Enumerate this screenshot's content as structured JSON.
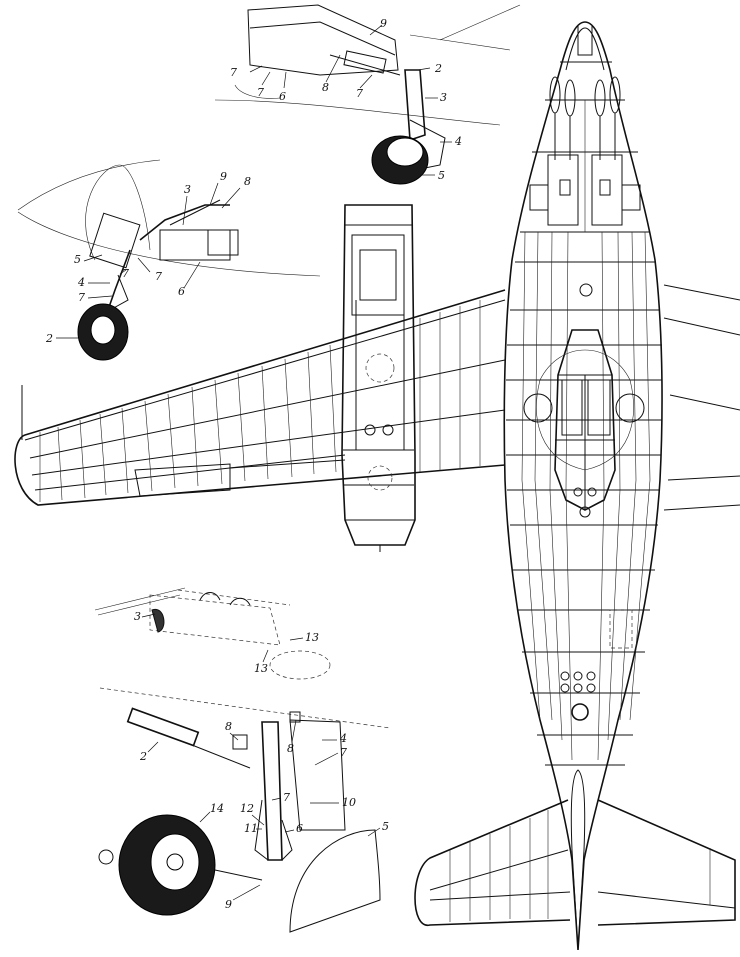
{
  "figure": {
    "subject": "Jet fighter aircraft structural plan view with landing gear detail insets",
    "main_view": "Top-down cutaway of fuselage, left wing with engine nacelle, and horizontal tailplane"
  },
  "insets": [
    {
      "id": "main-gear-retracted-view",
      "labels": [
        "7",
        "7",
        "6",
        "8",
        "7",
        "9",
        "2",
        "3",
        "4",
        "5"
      ]
    },
    {
      "id": "nose-gear-view",
      "labels": [
        "3",
        "9",
        "8",
        "5",
        "7",
        "7",
        "4",
        "7",
        "6",
        "2"
      ]
    },
    {
      "id": "gear-bay-view",
      "labels": [
        "3",
        "13",
        "13"
      ]
    },
    {
      "id": "main-gear-exploded-view",
      "labels": [
        "2",
        "8",
        "8",
        "4",
        "7",
        "7",
        "10",
        "12",
        "11",
        "6",
        "5",
        "14",
        "9"
      ]
    }
  ],
  "callouts": {
    "a1": "7",
    "a2": "7",
    "a3": "6",
    "a4": "8",
    "a5": "7",
    "a6": "9",
    "a7": "2",
    "a8": "3",
    "a9": "4",
    "a10": "5",
    "b1": "3",
    "b2": "9",
    "b3": "8",
    "b4": "5",
    "b5": "7",
    "b6": "7",
    "b7": "4",
    "b8": "7",
    "b9": "6",
    "b10": "2",
    "c1": "3",
    "c2": "13",
    "c3": "13",
    "d1": "2",
    "d2": "8",
    "d3": "8",
    "d4": "4",
    "d5": "7",
    "d6": "10",
    "d7": "12",
    "d8": "11",
    "d9": "6",
    "d10": "5",
    "d11": "14",
    "d12": "9"
  }
}
